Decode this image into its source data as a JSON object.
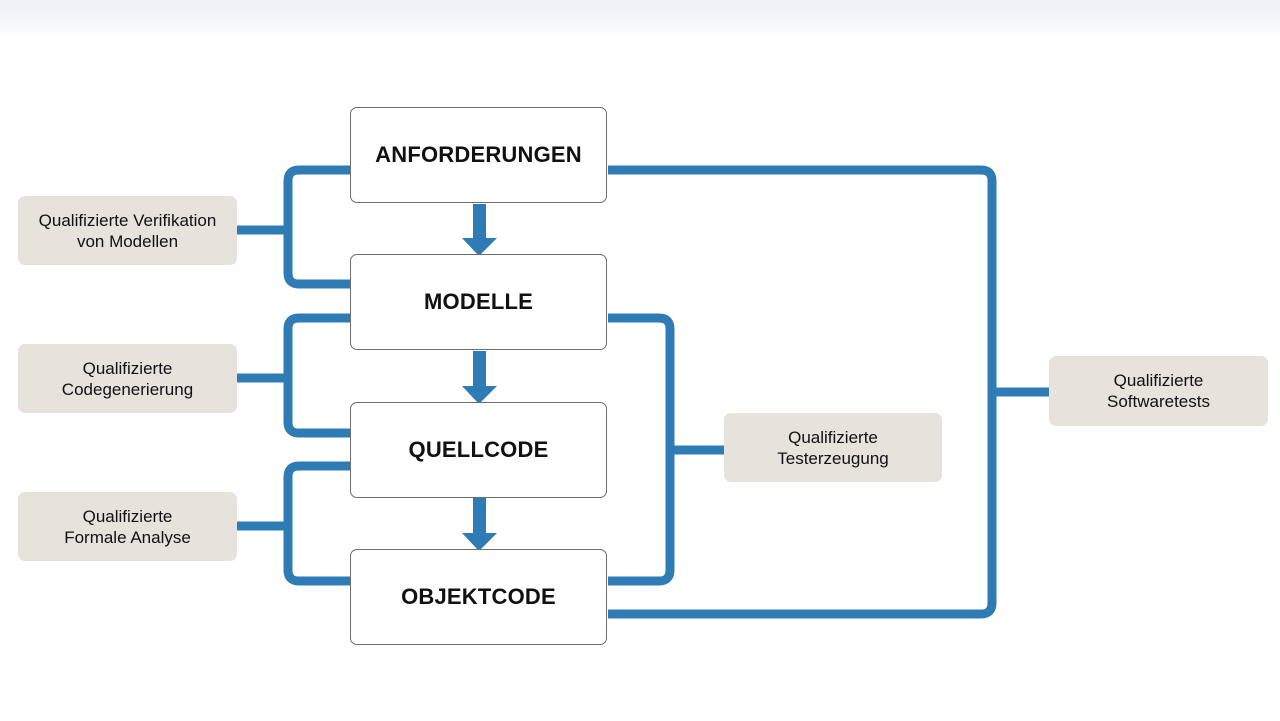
{
  "colors": {
    "connector": "#2f7bb5",
    "tool_box": "#e6e2dc",
    "stage_border": "#6d6d6d"
  },
  "stages": {
    "anforderungen": "ANFORDERUNGEN",
    "modelle": "MODELLE",
    "quellcode": "QUELLCODE",
    "objektcode": "OBJEKTCODE"
  },
  "tools": {
    "verifikation": {
      "line1": "Qualifizierte Verifikation",
      "line2": "von Modellen"
    },
    "codegenerierung": {
      "line1": "Qualifizierte",
      "line2": "Codegenerierung"
    },
    "formale_analyse": {
      "line1": "Qualifizierte",
      "line2": "Formale Analyse"
    },
    "testerzeugung": {
      "line1": "Qualifizierte",
      "line2": "Testerzeugung"
    },
    "softwaretests": {
      "line1": "Qualifizierte",
      "line2": "Softwaretests"
    }
  }
}
